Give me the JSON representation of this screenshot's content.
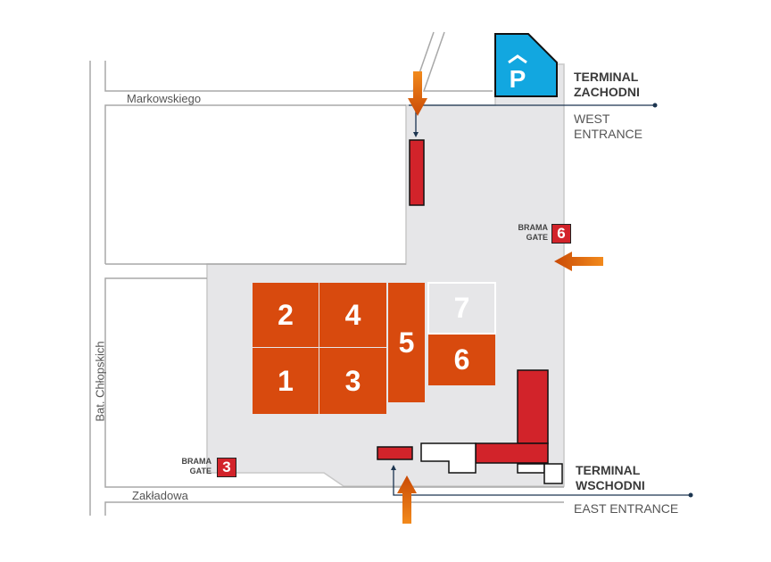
{
  "streets": {
    "north": "Markowskiego",
    "west": "Bat. Chłopskich",
    "south": "Zakładowa"
  },
  "parking": {
    "icon": "parking-icon",
    "label": "P",
    "color": "#12a7e0"
  },
  "terminals": {
    "west": {
      "title_line1": "TERMINAL",
      "title_line2": "ZACHODNI",
      "sub_line1": "WEST",
      "sub_line2": "ENTRANCE"
    },
    "east": {
      "title_line1": "TERMINAL",
      "title_line2": "WSCHODNI",
      "sub_line1": "EAST ENTRANCE"
    }
  },
  "gates": [
    {
      "id": "gate-6",
      "label_line1": "BRAMA",
      "label_line2": "GATE",
      "number": "6"
    },
    {
      "id": "gate-3",
      "label_line1": "BRAMA",
      "label_line2": "GATE",
      "number": "3"
    }
  ],
  "halls": [
    {
      "number": "1"
    },
    {
      "number": "2"
    },
    {
      "number": "3"
    },
    {
      "number": "4"
    },
    {
      "number": "5"
    },
    {
      "number": "6"
    },
    {
      "number": "7"
    }
  ],
  "colors": {
    "hall": "#d84a0e",
    "building_red": "#d2232a",
    "grounds": "#e6e6e8",
    "arrow": "#e0600c",
    "line": "#1c3550"
  }
}
